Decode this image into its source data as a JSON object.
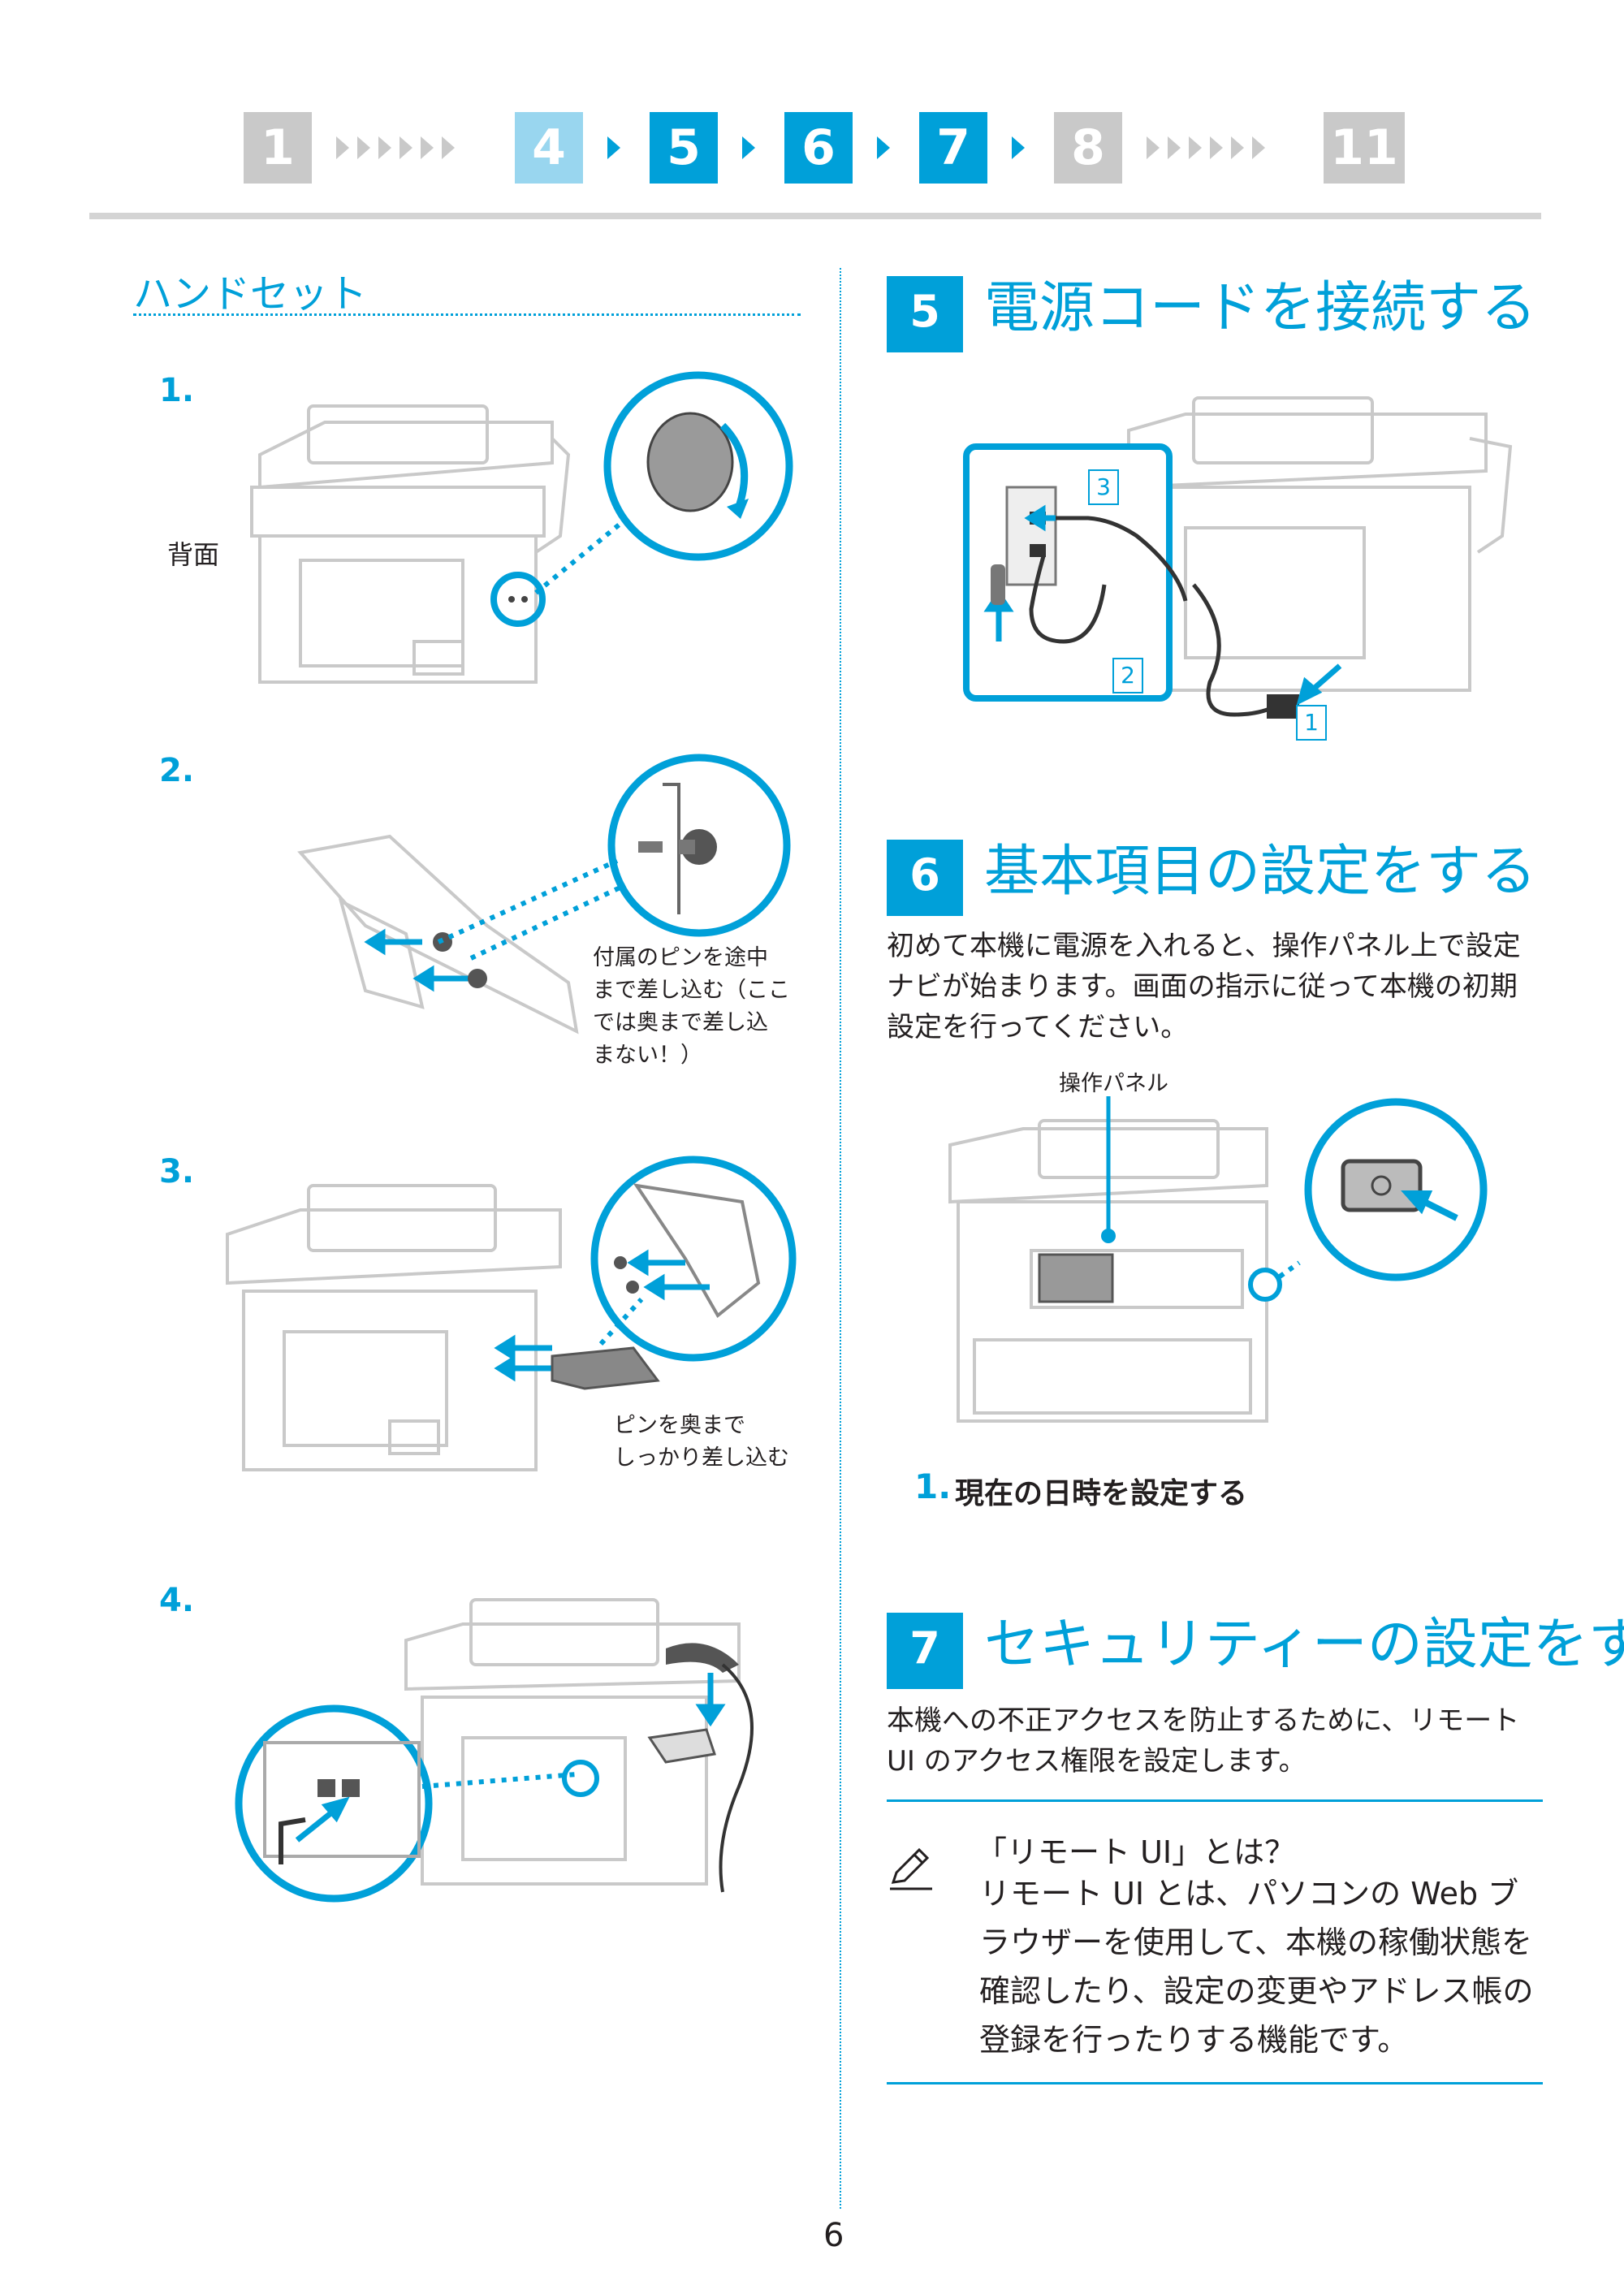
{
  "step_bar": {
    "steps": [
      "1",
      "4",
      "5",
      "6",
      "7",
      "8",
      "11"
    ]
  },
  "left": {
    "section_title": "ハンドセット",
    "steps": [
      {
        "num": "1.",
        "label": "背面"
      },
      {
        "num": "2.",
        "caption": [
          "付属のピンを途中",
          "まで差し込む（ここ",
          "では奥まで差し込",
          "まない！）"
        ]
      },
      {
        "num": "3.",
        "caption": [
          "ピンを奥まで",
          "しっかり差し込む"
        ]
      },
      {
        "num": "4."
      }
    ]
  },
  "right": {
    "sec5": {
      "num": "5",
      "title": "電源コードを接続する",
      "callouts": [
        "3",
        "2",
        "1"
      ]
    },
    "sec6": {
      "num": "6",
      "title": "基本項目の設定をする",
      "text": [
        "初めて本機に電源を入れると、操作パネル上で設定",
        "ナビが始まります。画面の指示に従って本機の初期",
        "設定を行ってください。"
      ],
      "panel_label": "操作パネル",
      "step_num": "1.",
      "step_text": "現在の日時を設定する"
    },
    "sec7": {
      "num": "7",
      "title": "セキュリティーの設定をする",
      "text": [
        "本機への不正アクセスを防止するために、リモート",
        "UI のアクセス権限を設定します。"
      ],
      "note_title": "「リモート UI」とは？",
      "note_text": [
        "リモート UI とは、パソコンの Web ブ",
        "ラウザーを使用して、本機の稼働状態を",
        "確認したり、設定の変更やアドレス帳の",
        "登録を行ったりする機能です。"
      ]
    }
  },
  "page_number": "6",
  "colors": {
    "accent": "#00a0d9",
    "gray": "#c9c9c9",
    "light": "#99d6ef"
  }
}
